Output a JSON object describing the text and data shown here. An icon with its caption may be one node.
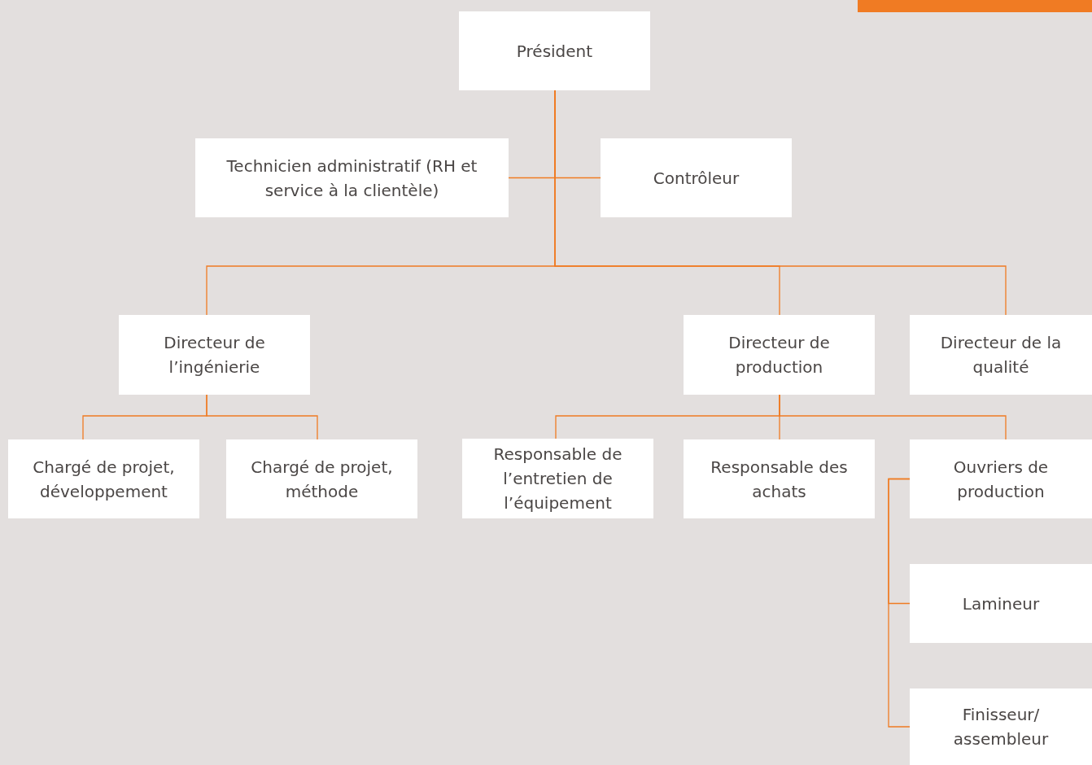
{
  "diagram": {
    "nodes": [
      {
        "text": [
          "Président"
        ]
      },
      {
        "text": [
          "Technicien administratif (RH et service à la clientèle)"
        ]
      },
      {
        "text": [
          "Contrôleur"
        ]
      },
      {
        "text": [
          "Directeur de l’ingénierie"
        ]
      },
      {
        "text": [
          "Directeur de production"
        ]
      },
      {
        "text": [
          "Directeur de la qualité"
        ]
      },
      {
        "text": [
          "Chargé de projet, développement"
        ]
      },
      {
        "text": [
          "Chargé de projet, méthode"
        ]
      },
      {
        "text": [
          "Responsable de l’entretien de l’équipement"
        ]
      },
      {
        "text": [
          "Responsable des achats"
        ]
      },
      {
        "text": [
          "Ouvriers de production"
        ]
      },
      {
        "text": [
          "Lamineur"
        ]
      },
      {
        "text": [
          "Finisseur/ assembleur"
        ]
      }
    ],
    "edges": [
      {
        "from": 0,
        "to": 1,
        "arrow": "none"
      },
      {
        "from": 0,
        "to": 2,
        "arrow": "none"
      },
      {
        "from": 0,
        "to": 3,
        "arrow": "none"
      },
      {
        "from": 0,
        "to": 4,
        "arrow": "none"
      },
      {
        "from": 0,
        "to": 5,
        "arrow": "none"
      },
      {
        "from": 3,
        "to": 6,
        "arrow": "none"
      },
      {
        "from": 3,
        "to": 7,
        "arrow": "none"
      },
      {
        "from": 4,
        "to": 8,
        "arrow": "none"
      },
      {
        "from": 4,
        "to": 9,
        "arrow": "none"
      },
      {
        "from": 4,
        "to": 10,
        "arrow": "none"
      },
      {
        "from": 10,
        "to": 11,
        "arrow": "none"
      },
      {
        "from": 10,
        "to": 12,
        "arrow": "none"
      }
    ]
  }
}
